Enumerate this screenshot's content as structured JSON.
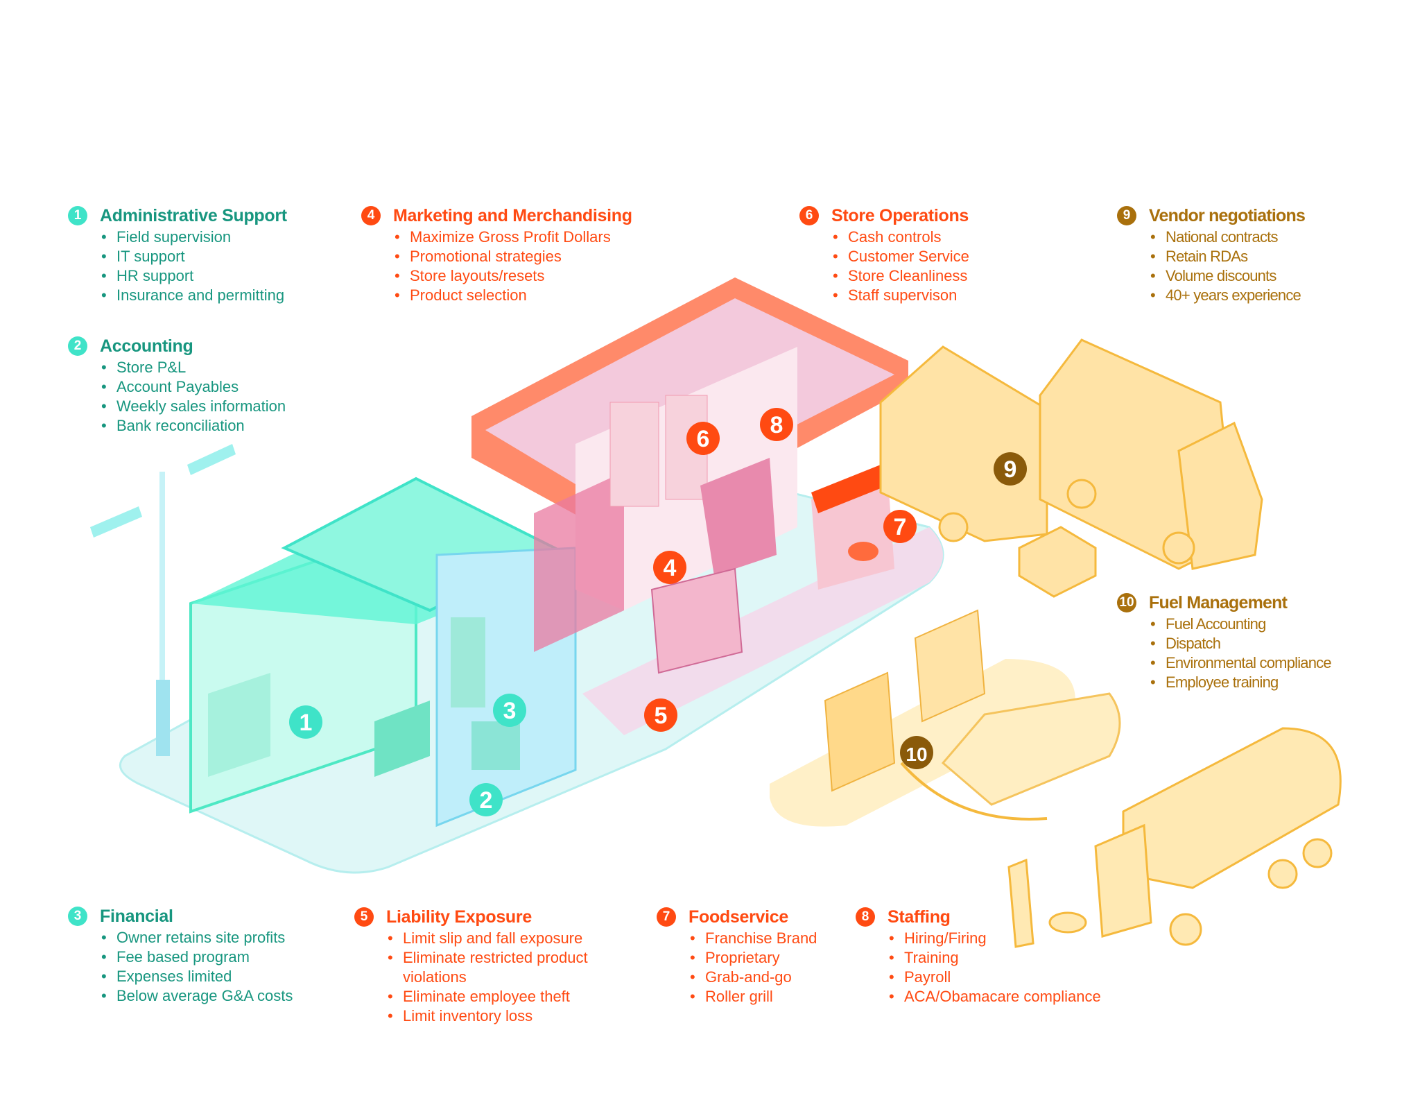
{
  "sections": [
    {
      "num": "1",
      "title": "Administrative Support",
      "items": [
        "Field supervision",
        "IT support",
        "HR support",
        "Insurance and permitting"
      ]
    },
    {
      "num": "2",
      "title": "Accounting",
      "items": [
        "Store P&L",
        "Account Payables",
        "Weekly sales information",
        "Bank reconciliation"
      ]
    },
    {
      "num": "3",
      "title": "Financial",
      "items": [
        "Owner retains site profits",
        "Fee based program",
        "Expenses limited",
        "Below average G&A costs"
      ]
    },
    {
      "num": "4",
      "title": "Marketing and Merchandising",
      "items": [
        "Maximize Gross Profit Dollars",
        "Promotional strategies",
        "Store layouts/resets",
        "Product selection"
      ]
    },
    {
      "num": "5",
      "title": "Liability Exposure",
      "items": [
        "Limit slip and fall exposure",
        "Eliminate restricted product",
        "violations",
        "Eliminate employee theft",
        "Limit inventory loss"
      ]
    },
    {
      "num": "6",
      "title": "Store Operations",
      "items": [
        "Cash controls",
        "Customer Service",
        "Store Cleanliness",
        "Staff supervison"
      ]
    },
    {
      "num": "7",
      "title": "Foodservice",
      "items": [
        "Franchise Brand",
        "Proprietary",
        "Grab-and-go",
        "Roller grill"
      ]
    },
    {
      "num": "8",
      "title": "Staffing",
      "items": [
        "Hiring/Firing",
        "Training",
        "Payroll",
        "ACA/Obamacare compliance"
      ]
    },
    {
      "num": "9",
      "title": "Vendor negotiations",
      "items": [
        "National contracts",
        "Retain RDAs",
        "Volume discounts",
        "40+ years experience"
      ]
    },
    {
      "num": "10",
      "title": "Fuel Management",
      "items": [
        "Fuel Accounting",
        "Dispatch",
        "Environmental compliance",
        "Employee training"
      ]
    }
  ],
  "colors": {
    "teal": "#3fe3c8",
    "teal_text": "#17967f",
    "red": "#ff4a12",
    "brown": "#a9700c",
    "yellow": "#ffd27a"
  }
}
